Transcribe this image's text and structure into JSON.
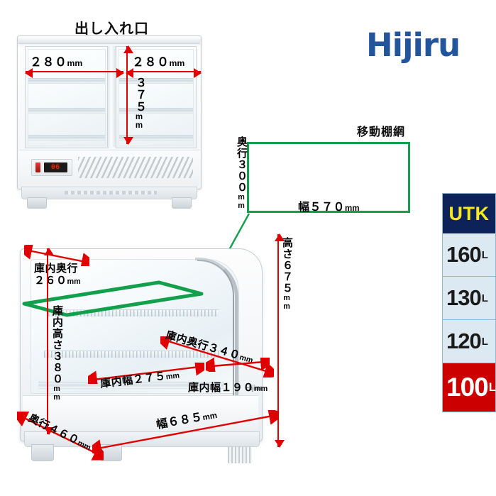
{
  "brand": {
    "name": "Hijiru",
    "product_badge": "Hijiru"
  },
  "top_unit": {
    "heading": "出し入れ口",
    "dim_left_width": "２８０",
    "dim_right_width": "２８０",
    "dim_height": "３７５",
    "unit": "mm",
    "display_value": "06"
  },
  "shelf_diagram": {
    "heading": "移動棚網",
    "depth_label": "奥行３００",
    "width_label": "幅５７０",
    "unit": "mm",
    "border_color": "#12a04c"
  },
  "main_unit": {
    "inner_depth_top": "庫内奥行",
    "inner_depth_top_value": "２６０",
    "inner_height": "庫内高さ３８０",
    "inner_depth_diag": "庫内奥行３４０",
    "inner_width_left": "庫内幅２７５",
    "inner_width_right": "庫内幅１９０",
    "outer_depth": "奥行４６０",
    "outer_width": "幅６８５",
    "outer_height": "高さ６７５",
    "unit": "mm"
  },
  "capacity_table": {
    "header": "UTK",
    "header_bg": "#0d2259",
    "header_color": "#f8e81c",
    "cell_bg": "#dce9f2",
    "active_bg": "#cc0000",
    "rows": [
      {
        "value": "160",
        "unit": "L",
        "active": false
      },
      {
        "value": "130",
        "unit": "L",
        "active": false
      },
      {
        "value": "120",
        "unit": "L",
        "active": false
      },
      {
        "value": "100",
        "unit": "L",
        "active": true
      }
    ]
  }
}
